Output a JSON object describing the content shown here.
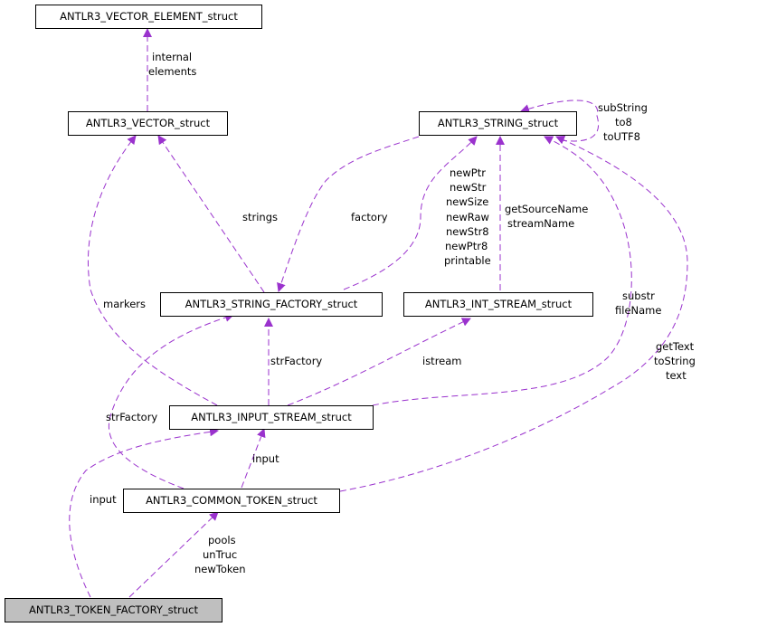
{
  "nodes": {
    "vector_element": "ANTLR3_VECTOR_ELEMENT_struct",
    "vector": "ANTLR3_VECTOR_struct",
    "string": "ANTLR3_STRING_struct",
    "string_factory": "ANTLR3_STRING_FACTORY_struct",
    "int_stream": "ANTLR3_INT_STREAM_struct",
    "input_stream": "ANTLR3_INPUT_STREAM_struct",
    "common_token": "ANTLR3_COMMON_TOKEN_struct",
    "token_factory": "ANTLR3_TOKEN_FACTORY_struct"
  },
  "edge_labels": {
    "internal": "internal",
    "elements": "elements",
    "substring": "subString",
    "to8": "to8",
    "toutf8": "toUTF8",
    "strings": "strings",
    "factory": "factory",
    "newptr": "newPtr",
    "newstr": "newStr",
    "newsize": "newSize",
    "newraw": "newRaw",
    "newstr8": "newStr8",
    "newptr8": "newPtr8",
    "printable": "printable",
    "getsourcename": "getSourceName",
    "streamname": "streamName",
    "markers": "markers",
    "substr": "substr",
    "filename": "fileName",
    "gettext": "getText",
    "tostring": "toString",
    "text": "text",
    "strfactory_a": "strFactory",
    "istream": "istream",
    "strfactory_b": "strFactory",
    "input_a": "input",
    "input_b": "input",
    "pools": "pools",
    "untruc": "unTruc",
    "newtoken": "newToken"
  },
  "colors": {
    "edge": "#9a32cd",
    "highlight_fill": "#bfbfbf"
  }
}
